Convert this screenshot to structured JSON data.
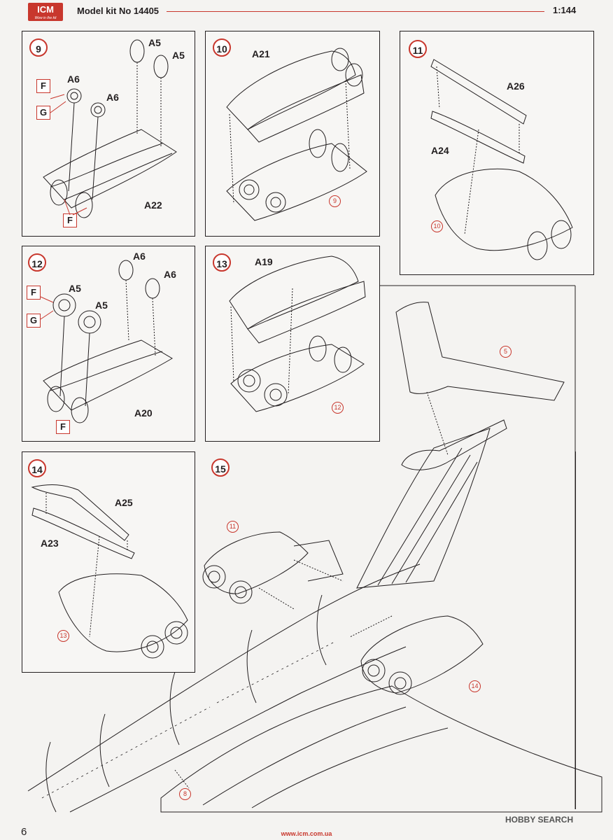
{
  "header": {
    "logo_text": "ICM",
    "logo_tagline": "Wow in the kit",
    "kit_label": "Model kit No 14405",
    "scale": "1:144",
    "accent_color": "#c8372d"
  },
  "steps": {
    "s9": {
      "number": "9",
      "parts": [
        "A5",
        "A5",
        "A6",
        "A6",
        "A22"
      ],
      "markers": [
        "F",
        "G",
        "F"
      ]
    },
    "s10": {
      "number": "10",
      "parts": [
        "A21"
      ],
      "ref": "9"
    },
    "s11": {
      "number": "11",
      "parts": [
        "A26",
        "A24"
      ],
      "ref": "10"
    },
    "s12": {
      "number": "12",
      "parts": [
        "A6",
        "A6",
        "A5",
        "A5",
        "A20"
      ],
      "markers": [
        "F",
        "G",
        "F"
      ]
    },
    "s13": {
      "number": "13",
      "parts": [
        "A19"
      ],
      "ref": "12"
    },
    "s14": {
      "number": "14",
      "parts": [
        "A25",
        "A23"
      ],
      "ref": "13"
    },
    "s15": {
      "number": "15",
      "refs": [
        "5",
        "11",
        "14",
        "8"
      ]
    }
  },
  "footer": {
    "page_number": "6",
    "url": "www.icm.com.ua",
    "watermark": "HOBBY SEARCH"
  }
}
